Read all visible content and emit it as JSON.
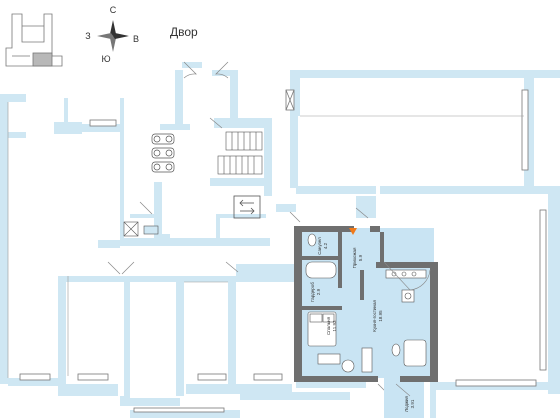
{
  "compass": {
    "north": "С",
    "south": "Ю",
    "west": "З",
    "east": "В"
  },
  "yard_label": "Двор",
  "apartment_rooms": [
    {
      "name": "Санузел",
      "area": "4.2"
    },
    {
      "name": "Прихожая",
      "area": "5.9"
    },
    {
      "name": "Гардероб",
      "area": "2.9"
    },
    {
      "name": "Спальня",
      "area": "11.93"
    },
    {
      "name": "Кухня-гостиная",
      "area": "18.95"
    },
    {
      "name": "Лоджия",
      "area": "3.91"
    }
  ],
  "colors": {
    "wall": "#cfe7f3",
    "apartment_wall": "#6f6f6f",
    "apartment_fill": "#c9e4f3",
    "line": "#555555",
    "marker": "#f07a1a"
  },
  "icons": {
    "compass": "compass-rose-icon",
    "elevator": "elevator-arrows-icon",
    "stairs": "stairs-icon",
    "parking": "car-icon",
    "entrance": "entrance-triangle-icon"
  }
}
